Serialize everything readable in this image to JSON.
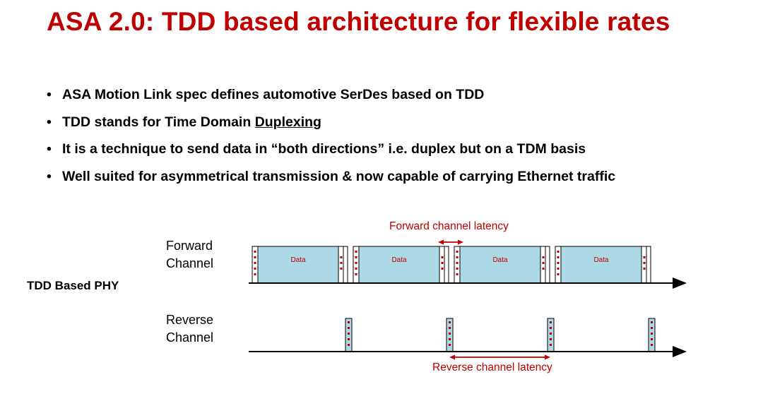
{
  "title": "ASA 2.0: TDD based architecture for flexible rates",
  "bullets": {
    "b1": "ASA Motion Link spec defines automotive SerDes based on TDD",
    "b2_pre": "TDD stands for Time Domain ",
    "b2_u": "Duplexing",
    "b3": "It is a technique to send data in “both directions” i.e. duplex but on a TDM basis",
    "b4": "Well suited for asymmetrical transmission & now capable of carrying Ethernet traffic"
  },
  "diagram": {
    "phy_label": "TDD Based PHY",
    "forward_label_1": "Forward",
    "forward_label_2": "Channel",
    "reverse_label_1": "Reverse",
    "reverse_label_2": "Channel",
    "forward_latency": "Forward channel latency",
    "reverse_latency": "Reverse channel latency",
    "frame_label": "Data",
    "frame_count": 4,
    "colors": {
      "frame_fill": "#add8e6",
      "latency_red": "#c00000",
      "title_red": "#c00000"
    }
  }
}
